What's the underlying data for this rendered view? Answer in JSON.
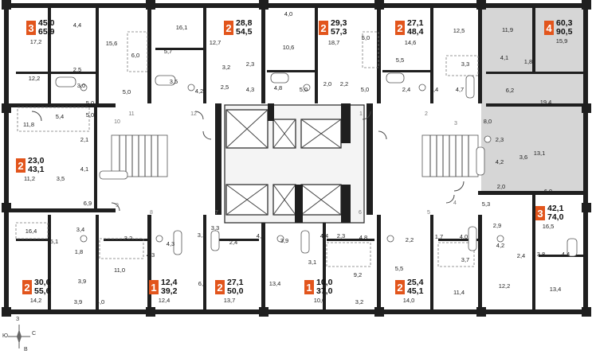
{
  "plan": {
    "apartments": [
      {
        "rooms": "3",
        "area_living": "45,0",
        "area_total": "65,9"
      },
      {
        "rooms": "2",
        "area_living": "28,8",
        "area_total": "54,5"
      },
      {
        "rooms": "2",
        "area_living": "29,3",
        "area_total": "57,3"
      },
      {
        "rooms": "2",
        "area_living": "27,1",
        "area_total": "48,4"
      },
      {
        "rooms": "4",
        "area_living": "60,3",
        "area_total": "90,5"
      },
      {
        "rooms": "2",
        "area_living": "23,0",
        "area_total": "43,1"
      },
      {
        "rooms": "3",
        "area_living": "42,1",
        "area_total": "74,0"
      },
      {
        "rooms": "2",
        "area_living": "30,6",
        "area_total": "55,6"
      },
      {
        "rooms": "1",
        "area_living": "12,4",
        "area_total": "39,2"
      },
      {
        "rooms": "2",
        "area_living": "27,1",
        "area_total": "50,0"
      },
      {
        "rooms": "1",
        "area_living": "10,0",
        "area_total": "37,0"
      },
      {
        "rooms": "2",
        "area_living": "25,4",
        "area_total": "45,1"
      }
    ],
    "room_areas": [
      "17,2",
      "4,4",
      "15,6",
      "6,0",
      "5,7",
      "16,1",
      "12,7",
      "3,2",
      "2,3",
      "4,0",
      "10,6",
      "18,7",
      "5,0",
      "14,6",
      "12,5",
      "11,9",
      "15,9",
      "12,2",
      "2,5",
      "3,0",
      "5,0",
      "3,5",
      "4,2",
      "2,5",
      "4,3",
      "4,8",
      "5,0",
      "2,0",
      "2,2",
      "5,0",
      "5,5",
      "3,3",
      "4,1",
      "1,8",
      "6,2",
      "19,4",
      "5,4",
      "5,0",
      "4,7",
      "2,4",
      "11,8",
      "5,4",
      "5,0",
      "8,0",
      "2,3",
      "13,1",
      "2,1",
      "4,1",
      "11,2",
      "3,5",
      "3,6",
      "4,2",
      "2,0",
      "6,9",
      "16,4",
      "6,9",
      "5,3",
      "16,5",
      "5,1",
      "3,4",
      "1,8",
      "3,2",
      "4,3",
      "4,3",
      "3,1",
      "3,3",
      "2,4",
      "4,2",
      "3,9",
      "4,4",
      "2,3",
      "4,8",
      "2,2",
      "1,7",
      "4,0",
      "2,9",
      "4,2",
      "2,4",
      "3,8",
      "4,4",
      "11,0",
      "6,0",
      "9,2",
      "5,5",
      "3,7",
      "3,1",
      "12,2",
      "13,4",
      "3,9",
      "4,0",
      "13,7",
      "13,4",
      "11,4",
      "3,2",
      "14,2",
      "3,9",
      "12,4",
      "10,0",
      "14,0"
    ],
    "stair_numbers": [
      "1",
      "2",
      "3",
      "4",
      "5",
      "6",
      "7",
      "8",
      "9",
      "10",
      "11",
      "12"
    ]
  },
  "compass": {
    "north": "З",
    "west": "Ю",
    "east": "С",
    "south": "В"
  }
}
